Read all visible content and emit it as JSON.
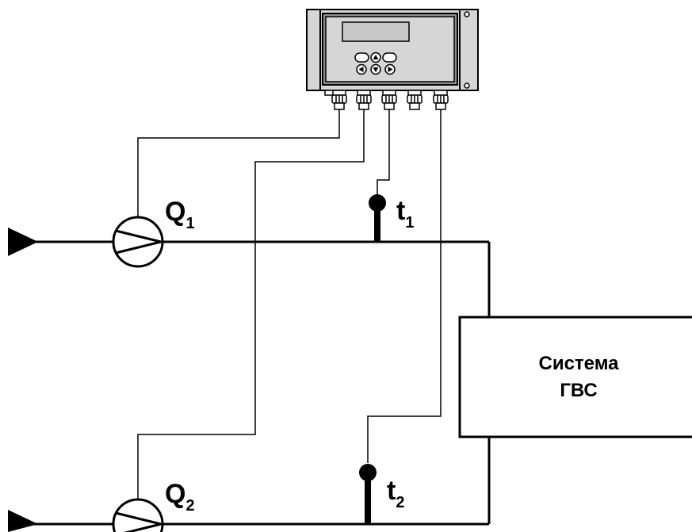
{
  "flow_sensors": [
    {
      "name": "Q",
      "index": "1"
    },
    {
      "name": "Q",
      "index": "2"
    }
  ],
  "temp_sensors": [
    {
      "name": "t",
      "index": "1"
    },
    {
      "name": "t",
      "index": "2"
    }
  ],
  "system_box": {
    "line1": "Система",
    "line2": "ГВС"
  },
  "colors": {
    "line": "#000000",
    "device_body": "#d6d6d6",
    "device_panel": "#8f8f8f",
    "display": "#c8c8c8"
  }
}
